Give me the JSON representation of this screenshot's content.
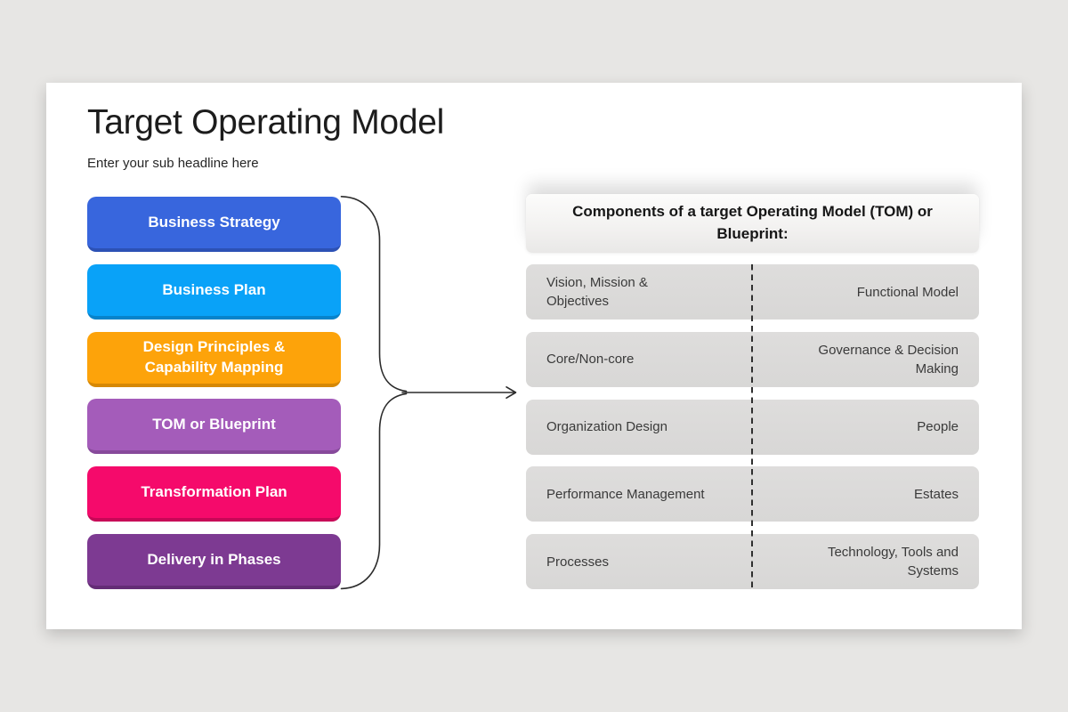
{
  "page": {
    "background": "#e7e6e4"
  },
  "slide": {
    "title": "Target Operating Model",
    "subtitle": "Enter your sub headline here"
  },
  "left_stages": [
    {
      "label": "Business Strategy",
      "color": "#3866dd",
      "edge_color": "#2c51b5"
    },
    {
      "label": "Business Plan",
      "color": "#09a2f8",
      "edge_color": "#0783cb"
    },
    {
      "label": "Design Principles & Capability Mapping",
      "color": "#fda30a",
      "edge_color": "#d68805"
    },
    {
      "label": "TOM or Blueprint",
      "color": "#a45cba",
      "edge_color": "#874a9b"
    },
    {
      "label": "Transformation Plan",
      "color": "#f50a6b",
      "edge_color": "#c70757"
    },
    {
      "label": "Delivery in Phases",
      "color": "#7d3a92",
      "edge_color": "#642c76"
    }
  ],
  "connector": {
    "style": "curly-brace-arrow",
    "color": "#2b2b2b"
  },
  "components_panel": {
    "header": "Components of a target Operating Model (TOM) or Blueprint:",
    "divider_color": "#2f2f2f",
    "row_background": "#dbdbdb",
    "rows": [
      {
        "left": "Vision, Mission & Objectives",
        "right": "Functional Model"
      },
      {
        "left": "Core/Non-core",
        "right": "Governance & Decision Making"
      },
      {
        "left": "Organization Design",
        "right": "People"
      },
      {
        "left": "Performance Management",
        "right": "Estates"
      },
      {
        "left": "Processes",
        "right": "Technology, Tools and Systems"
      }
    ]
  }
}
